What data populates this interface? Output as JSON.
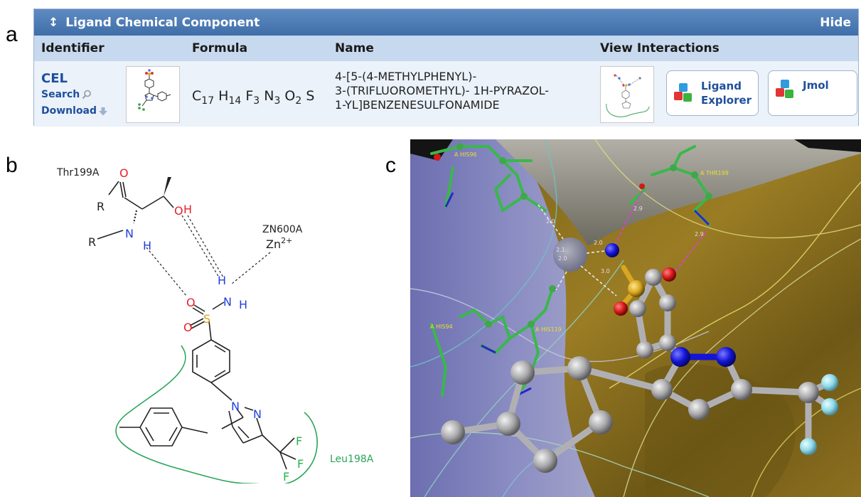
{
  "panel_labels": {
    "a": "a",
    "b": "b",
    "c": "c"
  },
  "ligand_panel": {
    "toggle_icon": "↕",
    "title": "Ligand Chemical Component",
    "hide_label": "Hide",
    "columns": [
      "Identifier",
      "Formula",
      "Name",
      "View Interactions"
    ],
    "row": {
      "identifier": "CEL",
      "search_label": "Search",
      "download_label": "Download",
      "formula_parts": [
        {
          "el": "C",
          "n": "17"
        },
        {
          "el": "H",
          "n": "14"
        },
        {
          "el": "F",
          "n": "3"
        },
        {
          "el": "N",
          "n": "3"
        },
        {
          "el": "O",
          "n": "2"
        },
        {
          "el": "S",
          "n": ""
        }
      ],
      "name_lines": [
        "4-[5-(4-METHYLPHENYL)-",
        "3-(TRIFLUOROMETHYL)- 1H-PYRAZOL-",
        "1-YL]BENZENESULFONAMIDE"
      ],
      "ligand_explorer_lines": [
        "Ligand",
        "Explorer"
      ],
      "jmol_label": "Jmol"
    },
    "icons": {
      "search": "magnifier-icon",
      "download": "down-arrow-icon",
      "blocks": "colored-blocks-icon"
    },
    "colors": {
      "header": "#4d7cb8",
      "column_header": "#c7d9ee",
      "row": "#ebf2fa",
      "link": "#1f4f9b"
    }
  },
  "panel_b": {
    "labels": {
      "thr": "Thr199A",
      "zn_site": "ZN600A",
      "zn": "Zn",
      "zn_charge": "2+",
      "leu": "Leu198A",
      "R": "R",
      "O": "O",
      "N": "N",
      "H": "H",
      "S": "S",
      "F": "F"
    },
    "colors": {
      "oxygen": "#e8202a",
      "nitrogen": "#1f3fe0",
      "sulfur": "#d6a218",
      "fluorine": "#27b34a",
      "hydrophobic": "#2aa55a"
    }
  },
  "panel_c": {
    "residue_labels": {
      "his96": "A HIS96",
      "thr199": "A THR199",
      "his94": "A HIS94",
      "his119": "A HIS119"
    },
    "distances": [
      "2.0",
      "2.1",
      "2.0",
      "2.0",
      "3.0",
      "2.9",
      "2.9"
    ],
    "colors": {
      "surface_yellow": "#8a6e1c",
      "surface_blue": "#8d8fc4",
      "carbon": "#a8a8ab",
      "nitrogen": "#1414d6",
      "oxygen": "#d41818",
      "sulfur": "#d8a620",
      "fluorine": "#8fd8e8",
      "zinc": "#8e93aa",
      "residue": "#39b84a",
      "hbond": "#e03ce0"
    }
  }
}
